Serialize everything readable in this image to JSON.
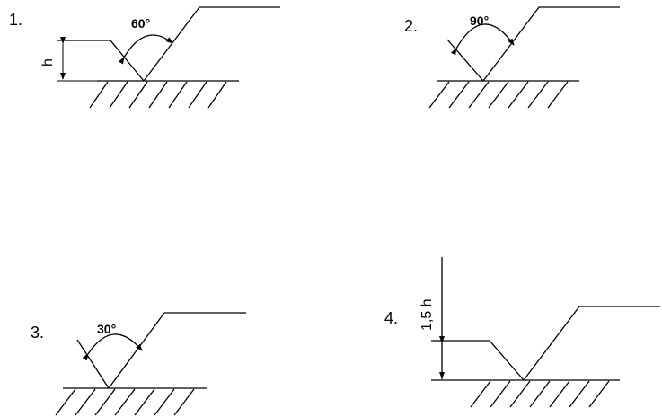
{
  "figures": [
    {
      "number": "1.",
      "angle": "60°",
      "dimension": "h"
    },
    {
      "number": "2.",
      "angle": "90°"
    },
    {
      "number": "3.",
      "angle": "30°"
    },
    {
      "number": "4.",
      "dimension": "1,5 h"
    }
  ]
}
